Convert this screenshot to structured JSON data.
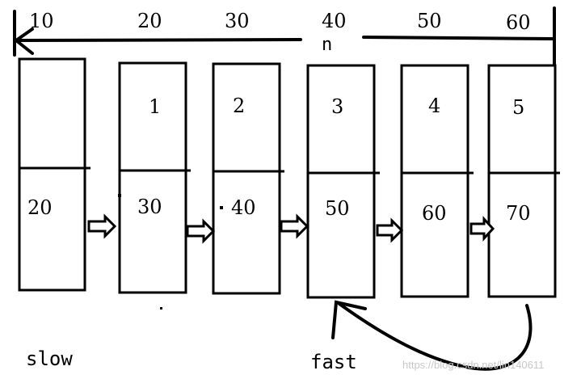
{
  "diagram": {
    "addresses": [
      "10",
      "20",
      "30",
      "40",
      "50",
      "60"
    ],
    "pointer_label": "n",
    "nodes": [
      {
        "data": "",
        "next": "20"
      },
      {
        "data": "1",
        "next": "30"
      },
      {
        "data": "2",
        "next": "40"
      },
      {
        "data": "3",
        "next": "50"
      },
      {
        "data": "4",
        "next": "60"
      },
      {
        "data": "5",
        "next": "70"
      }
    ],
    "slow_label": "slow",
    "fast_label": "fast",
    "watermark": "https://blog.csdn.net/lin140611"
  }
}
